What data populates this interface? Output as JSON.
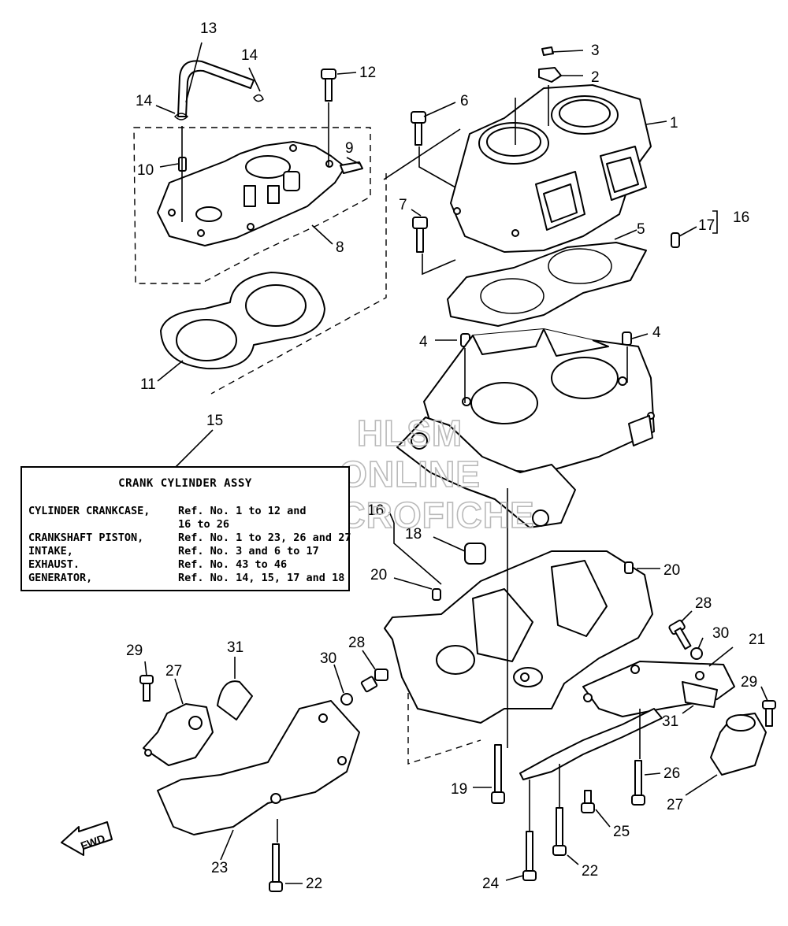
{
  "callouts": {
    "c1": "1",
    "c2": "2",
    "c3": "3",
    "c4a": "4",
    "c4b": "4",
    "c5": "5",
    "c6": "6",
    "c7": "7",
    "c8": "8",
    "c9": "9",
    "c10": "10",
    "c11": "11",
    "c12": "12",
    "c13": "13",
    "c14a": "14",
    "c14b": "14",
    "c15": "15",
    "c16a": "16",
    "c16b": "16",
    "c17": "17",
    "c18": "18",
    "c19": "19",
    "c20a": "20",
    "c20b": "20",
    "c21": "21",
    "c22a": "22",
    "c22b": "22",
    "c23": "23",
    "c24": "24",
    "c25": "25",
    "c26": "26",
    "c27a": "27",
    "c27b": "27",
    "c28a": "28",
    "c28b": "28",
    "c29a": "29",
    "c29b": "29",
    "c30a": "30",
    "c30b": "30",
    "c31a": "31",
    "c31b": "31"
  },
  "assembly_table": {
    "title": "CRANK CYLINDER ASSY",
    "rows": [
      {
        "category": "CYLINDER CRANKCASE,",
        "refs": "Ref. No. 1 to 12 and"
      },
      {
        "category": "",
        "refs": "16 to 26"
      },
      {
        "category": "CRANKSHAFT PISTON,",
        "refs": "Ref. No. 1 to 23, 26 and 27"
      },
      {
        "category": "INTAKE,",
        "refs": "Ref. No. 3 and 6 to 17"
      },
      {
        "category": "EXHAUST.",
        "refs": "Ref. No. 43 to 46"
      },
      {
        "category": "GENERATOR,",
        "refs": "Ref. No. 14, 15, 17 and 18"
      }
    ]
  },
  "watermark": {
    "line1": "HLSM",
    "line2": "ONLINE",
    "line3": "MICROFICHE"
  },
  "direction_arrow": {
    "label": "FWD"
  },
  "colors": {
    "ink": "#000000",
    "paper": "#ffffff",
    "watermark": "#b9b9b9"
  }
}
